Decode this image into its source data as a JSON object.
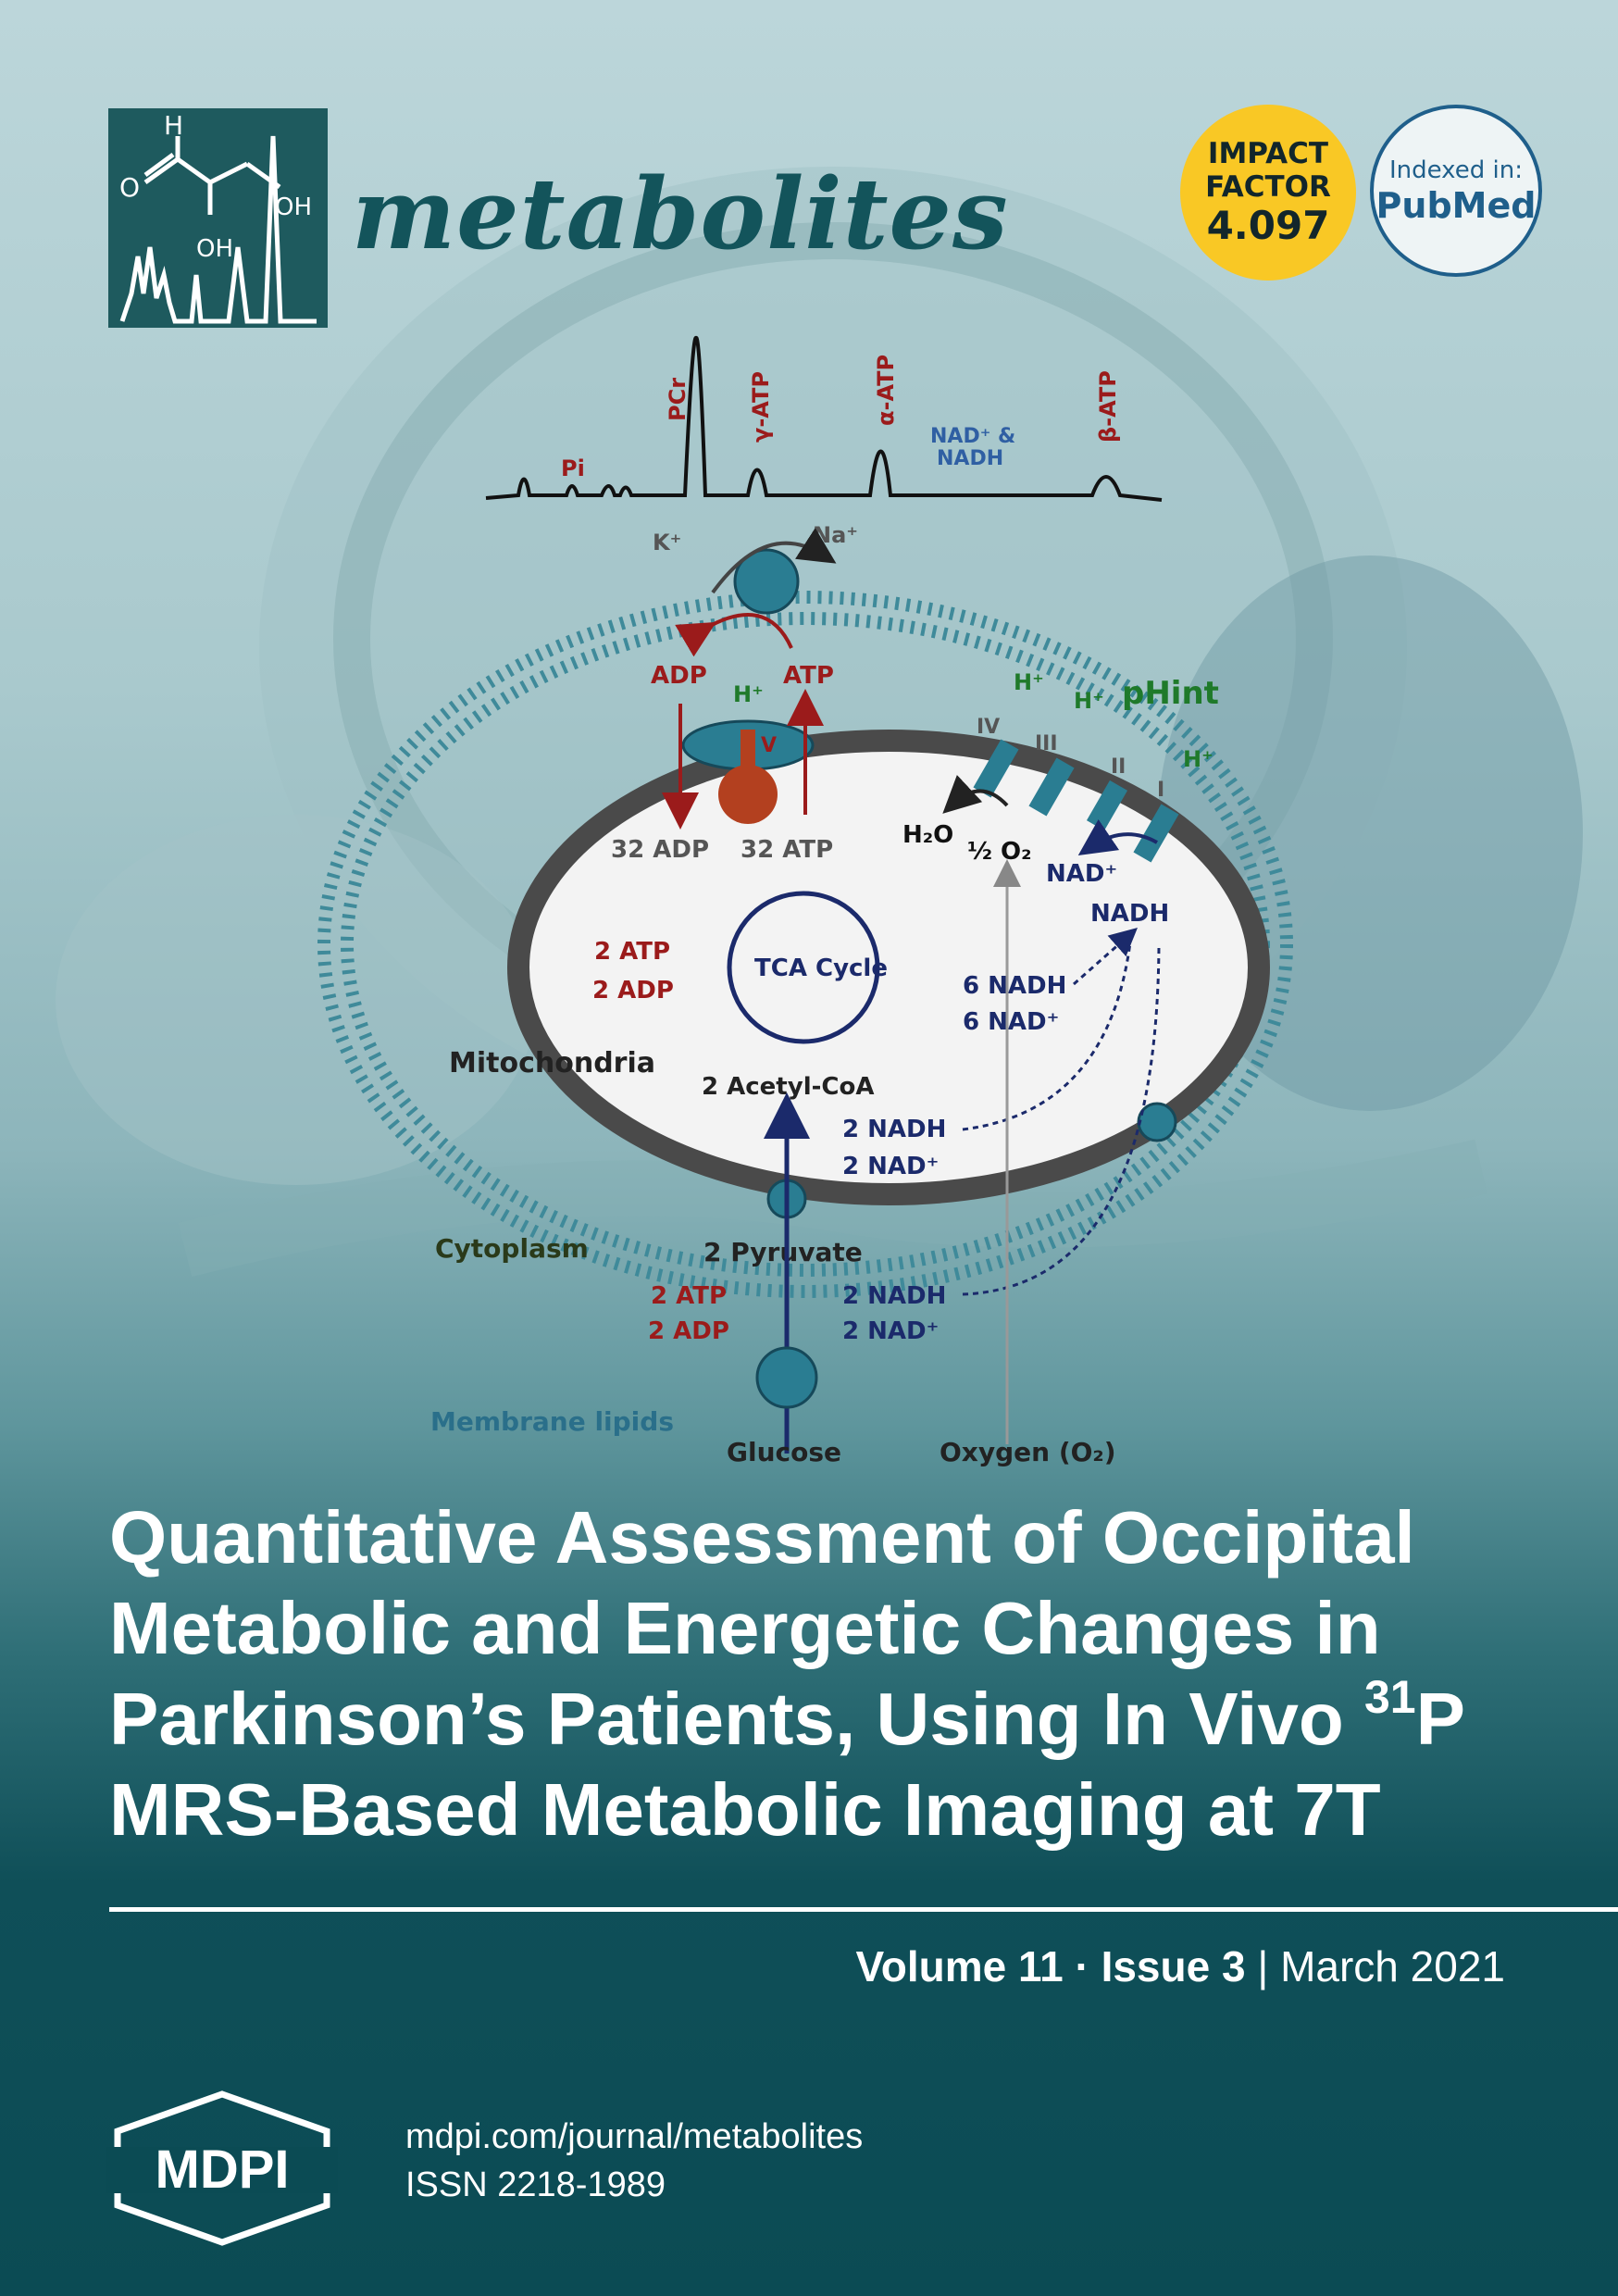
{
  "journal": {
    "name": "metabolites",
    "logo_labels": {
      "h": "H",
      "o": "O",
      "oh1": "OH",
      "oh2": "OH"
    }
  },
  "badges": {
    "impact_line1": "IMPACT",
    "impact_line2": "FACTOR",
    "impact_value": "4.097",
    "indexed_line1": "Indexed in:",
    "indexed_line2": "PubMed"
  },
  "diagram": {
    "spectrum": {
      "pi": "Pi",
      "pcr": "PCr",
      "gamma_atp": "γ-ATP",
      "alpha_atp": "α-ATP",
      "nad_nadh_1": "NAD⁺ &",
      "nad_nadh_2": "NADH",
      "beta_atp": "β-ATP"
    },
    "k": "K⁺",
    "na": "Na⁺",
    "adp": "ADP",
    "hplus_v": "H⁺",
    "atp": "ATP",
    "v": "V",
    "adp32": "32 ADP",
    "atp32": "32 ATP",
    "complex_iv": "IV",
    "complex_iii": "III",
    "complex_ii": "II",
    "complex_i": "I",
    "hplus_1": "H⁺",
    "hplus_2": "H⁺",
    "hplus_3": "H⁺",
    "phint": "pHint",
    "h2o": "H₂O",
    "half_o2": "½ O₂",
    "nadplus_etc": "NAD⁺",
    "nadh_etc": "NADH",
    "tca": "TCA Cycle",
    "tca_atp": "2 ATP",
    "tca_adp": "2 ADP",
    "tca_nadh": "6 NADH",
    "tca_nad": "6 NAD⁺",
    "mitochondria": "Mitochondria",
    "acetyl": "2 Acetyl-CoA",
    "pdh_nadh": "2 NADH",
    "pdh_nad": "2 NAD⁺",
    "cytoplasm": "Cytoplasm",
    "pyruvate": "2 Pyruvate",
    "gly_atp": "2 ATP",
    "gly_adp": "2 ADP",
    "gly_nadh": "2 NADH",
    "gly_nad": "2 NAD⁺",
    "membrane": "Membrane lipids",
    "glucose": "Glucose",
    "oxygen": "Oxygen (O₂)"
  },
  "article": {
    "title_line1": "Quantitative Assessment of Occipital",
    "title_line2": "Metabolic and Energetic Changes in",
    "title_line3": "Parkinson’s Patients, Using In Vivo ",
    "title_sup": "31",
    "title_line3_end": "P",
    "title_line4": "MRS-Based Metabolic Imaging at 7T"
  },
  "issue": {
    "volume": "Volume 11",
    "sep": " · ",
    "issue": "Issue 3",
    "bar": " | ",
    "date": "March 2021"
  },
  "footer": {
    "publisher": "MDPI",
    "url": "mdpi.com/journal/metabolites",
    "issn": "ISSN 2218-1989"
  },
  "colors": {
    "teal": "#13545b",
    "dark_teal": "#0b4b54",
    "red": "#9b1b1b",
    "navy": "#1b2a6b",
    "green": "#1f7a2a",
    "yellow": "#f9c825"
  }
}
